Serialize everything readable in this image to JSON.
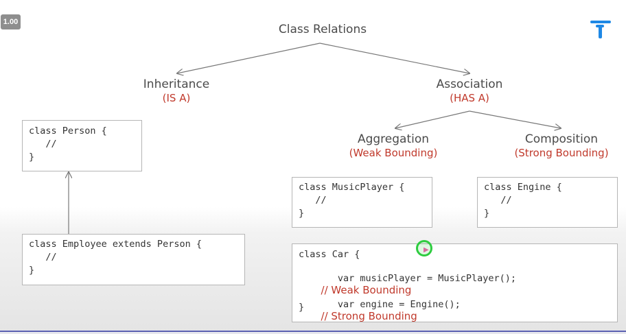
{
  "badge": {
    "speed": "1.00"
  },
  "diagram": {
    "root": "Class Relations",
    "inheritance": {
      "title": "Inheritance",
      "sub": "(IS A)"
    },
    "association": {
      "title": "Association",
      "sub": "(HAS A)"
    },
    "aggregation": {
      "title": "Aggregation",
      "sub": "(Weak Bounding)"
    },
    "composition": {
      "title": "Composition",
      "sub": "(Strong Bounding)"
    }
  },
  "code": {
    "person": [
      "class Person {",
      "   //",
      "}"
    ],
    "employee": [
      "class Employee extends Person {",
      "   //",
      "}"
    ],
    "musicplayer": [
      "class MusicPlayer {",
      "   //",
      "}"
    ],
    "engine": [
      "class Engine {",
      "   //",
      "}"
    ],
    "car": {
      "open": "class Car {",
      "line1": "   var musicPlayer = MusicPlayer();",
      "line1_comment": "// Weak Bounding",
      "line2": "   var engine = Engine();",
      "line2_comment": "// Strong Bounding",
      "close": "}"
    }
  },
  "colors": {
    "accent": "#c0392b",
    "logo": "#1e88e5",
    "cursor": "#2ecc40"
  },
  "icons": {
    "logo": "t-logo-icon",
    "cursor": "cursor-highlight-icon"
  }
}
